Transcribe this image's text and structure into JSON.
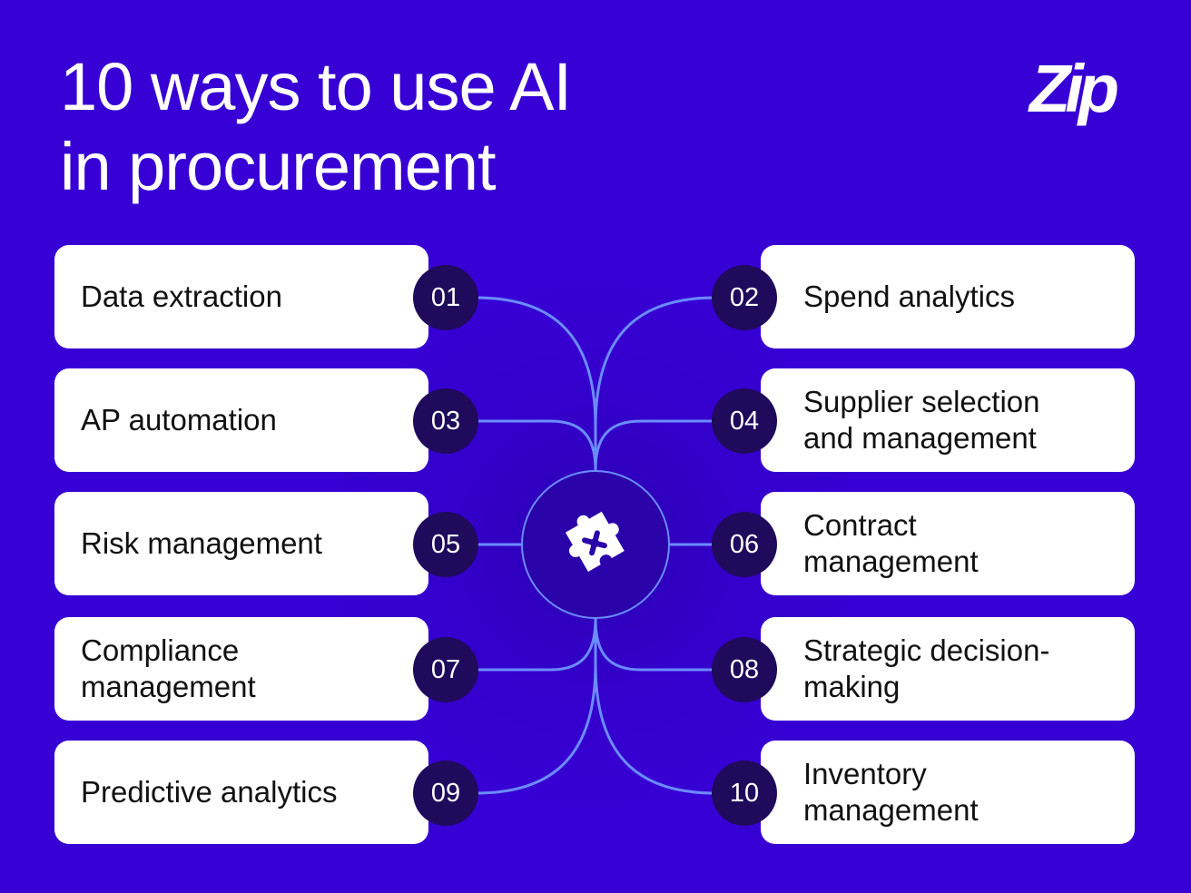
{
  "title": {
    "line1": "10 ways to use AI",
    "line2": "in procurement"
  },
  "brand": {
    "logo_text": "Zip"
  },
  "colors": {
    "background": "#3700d4",
    "card": "#ffffff",
    "badge": "#1f0a5c",
    "connector": "#6b8cff",
    "text": "#111111"
  },
  "hub_icon": "puzzle-piece-icon",
  "items": [
    {
      "number": "01",
      "label": "Data extraction"
    },
    {
      "number": "02",
      "label": "Spend analytics"
    },
    {
      "number": "03",
      "label": "AP automation"
    },
    {
      "number": "04",
      "label": "Supplier selection and management"
    },
    {
      "number": "05",
      "label": "Risk management"
    },
    {
      "number": "06",
      "label": "Contract management"
    },
    {
      "number": "07",
      "label": "Compliance management"
    },
    {
      "number": "08",
      "label": "Strategic decision-making"
    },
    {
      "number": "09",
      "label": "Predictive analytics"
    },
    {
      "number": "10",
      "label": "Inventory management"
    }
  ]
}
